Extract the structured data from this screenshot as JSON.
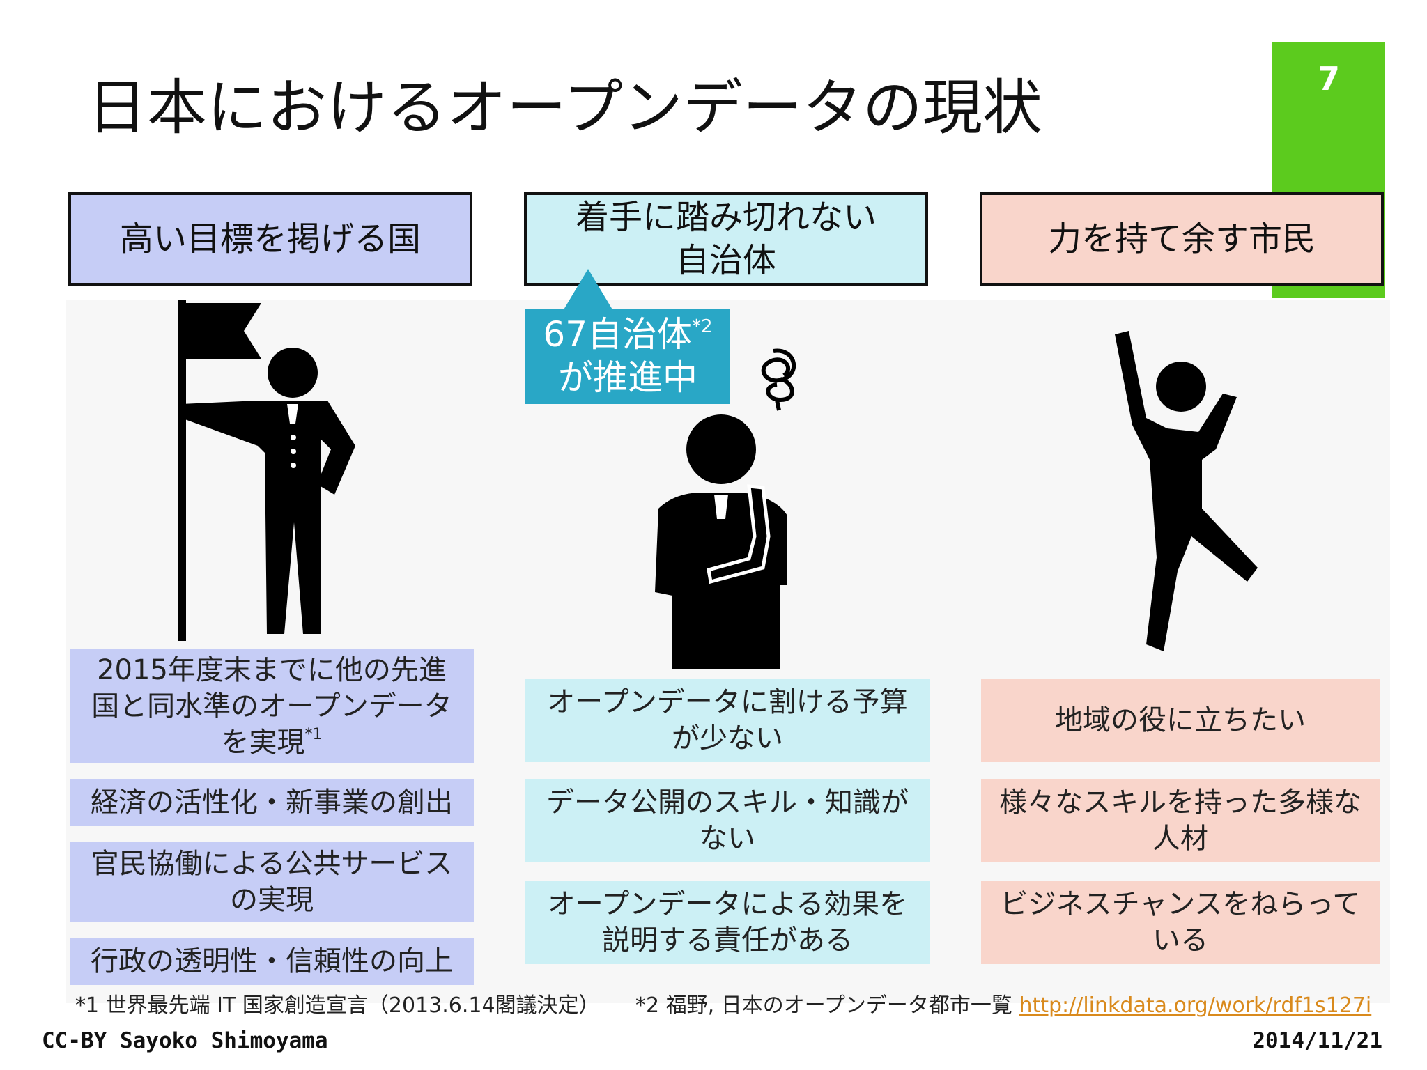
{
  "slide": {
    "title": "日本におけるオープンデータの現状",
    "page_number": "7"
  },
  "columns": [
    {
      "header": "高い目標を掲げる国",
      "items": [
        {
          "text": "2015年度末までに他の先進国と同水準のオープンデータを実現",
          "note": "*1"
        },
        {
          "text": "経済の活性化・新事業の創出"
        },
        {
          "text": "官民協働による公共サービスの実現"
        },
        {
          "text": "行政の透明性・信頼性の向上"
        }
      ]
    },
    {
      "header": "着手に踏み切れない自治体",
      "callout": {
        "line1": "67自治体",
        "note": "*2",
        "line2": "が推進中"
      },
      "items": [
        {
          "text": "オープンデータに割ける予算が少ない"
        },
        {
          "text": "データ公開のスキル・知識がない"
        },
        {
          "text": "オープンデータによる効果を説明する責任がある"
        }
      ]
    },
    {
      "header": "力を持て余す市民",
      "items": [
        {
          "text": "地域の役に立ちたい"
        },
        {
          "text": "様々なスキルを持った多様な人材"
        },
        {
          "text": "ビジネスチャンスをねらっている"
        }
      ]
    }
  ],
  "footnotes": {
    "note1": "*1 世界最先端 IT 国家創造宣言（2013.6.14閣議決定）",
    "note2_text": "*2 福野, 日本のオープンデータ都市一覧 ",
    "note2_link": "http://linkdata.org/work/rdf1s127i"
  },
  "footer": {
    "license": "CC-BY Sayoko Shimoyama",
    "date": "2014/11/21"
  },
  "colors": {
    "accent_green": "#5ccb1e",
    "country_blue": "#c6cdf6",
    "municipality_cyan": "#ccf0f5",
    "citizen_pink": "#f9d5cb",
    "callout_teal": "#29a7c6",
    "link_orange": "#d98a1d"
  },
  "icons": [
    "flag-holder-figure-icon",
    "worried-thinking-figure-icon",
    "jumping-figure-icon",
    "scribble-worry-icon"
  ]
}
